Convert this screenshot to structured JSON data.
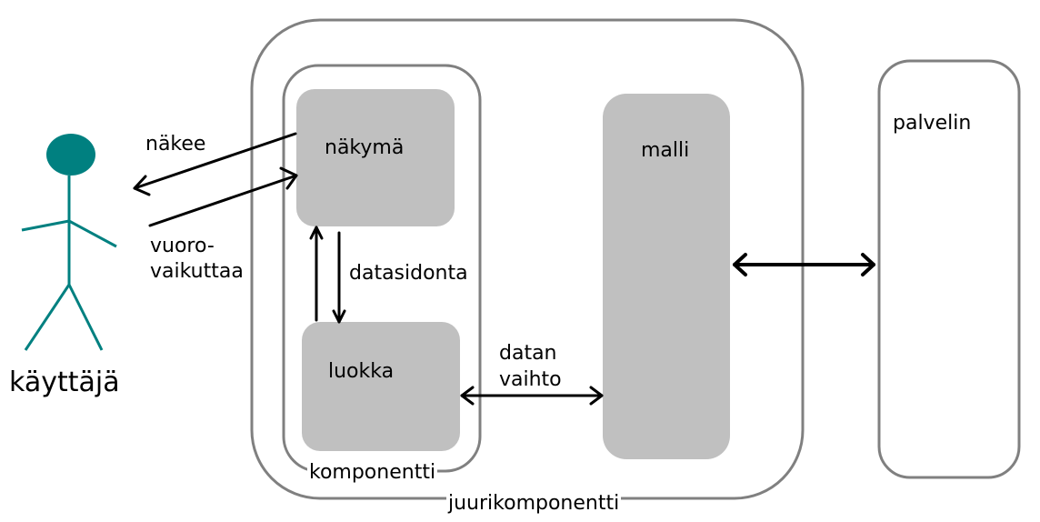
{
  "actor": {
    "label": "käyttäjä",
    "color": "#008080"
  },
  "labels": {
    "nakee": "näkee",
    "vuoro_line1": "vuoro-",
    "vuoro_line2": "vaikuttaa",
    "datasidonta": "datasidonta",
    "datan_line1": "datan",
    "datan_line2": "vaihto"
  },
  "boxes": {
    "nakyma": "näkymä",
    "luokka": "luokka",
    "malli": "malli",
    "komponentti": "komponentti",
    "juurikomponentti": "juurikomponentti",
    "palvelin": "palvelin"
  },
  "colors": {
    "box_fill": "#c0c0c0",
    "outline": "#808080",
    "arrow": "#000000"
  }
}
